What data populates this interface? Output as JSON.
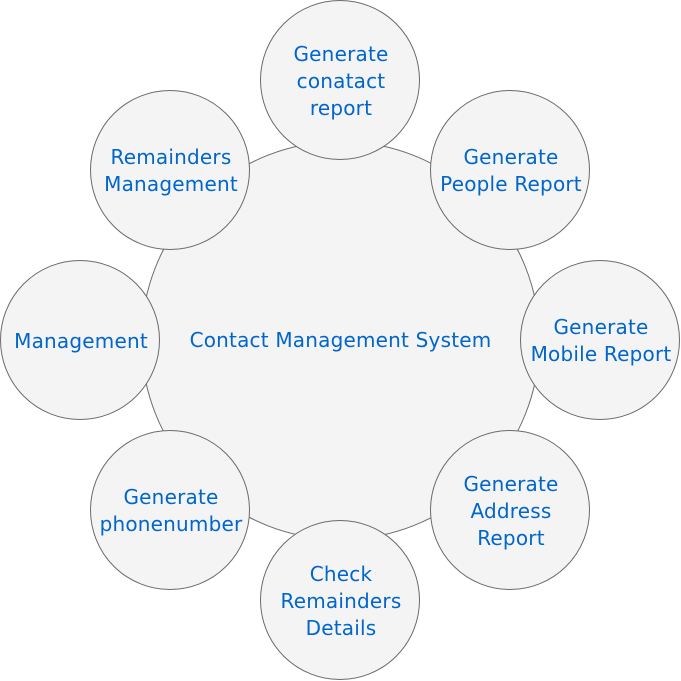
{
  "colors": {
    "text": "#0066cc",
    "circle_fill": "#f4f4f4",
    "circle_stroke": "#6b6b6b"
  },
  "center": {
    "label": "Contact Management System"
  },
  "nodes": {
    "generate_contact_report": "Generate\nconatact\nreport",
    "generate_people_report": "Generate\nPeople Report",
    "generate_mobile_report": "Generate\nMobile Report",
    "generate_address_report": "Generate\nAddress\nReport",
    "check_remainders_details": "Check\nRemainders\nDetails",
    "generate_phonenumber": "Generate\nphonenumber",
    "management": "Management",
    "remainders_management": "Remainders\nManagement"
  }
}
